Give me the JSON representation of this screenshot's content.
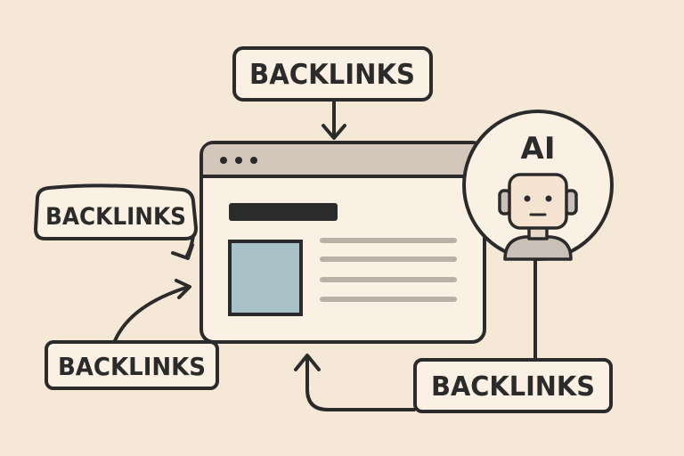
{
  "diagram": {
    "labels": {
      "top": "BACKLINKS",
      "left_upper": "BACKLINKS",
      "left_lower": "BACKLINKS",
      "bottom_right": "BACKLINKS"
    },
    "ai_badge": {
      "text": "AI"
    },
    "icons": {
      "browser": "browser-window-icon",
      "robot": "robot-head-icon"
    },
    "colors": {
      "background": "#f6e8d7",
      "ink": "#2b2b2b",
      "window_fill": "#faf0e3",
      "titlebar": "#d2c7ba",
      "image_placeholder": "#a9c2c8",
      "text_line": "#b9b0a6",
      "robot_face": "#f6e4d2",
      "robot_body": "#c9c1b8"
    }
  }
}
